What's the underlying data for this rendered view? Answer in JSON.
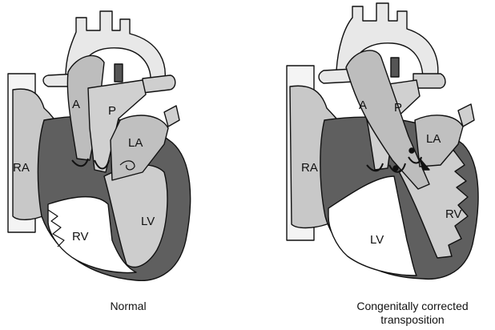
{
  "normal": {
    "caption": "Normal",
    "labels": {
      "RA": "RA",
      "RV": "RV",
      "LA": "LA",
      "LV": "LV",
      "A": "A",
      "P": "P"
    }
  },
  "corrected": {
    "caption_line1": "Congenitally corrected",
    "caption_line2": "transposition",
    "labels": {
      "RA": "RA",
      "RV": "RV",
      "LA": "LA",
      "LV": "LV",
      "A": "A",
      "P": "P"
    }
  },
  "colors": {
    "light_gray": "#d6d6d6",
    "mid_gray": "#a8a8a8",
    "dark_gray": "#5f5f5f",
    "stroke": "#111111"
  }
}
